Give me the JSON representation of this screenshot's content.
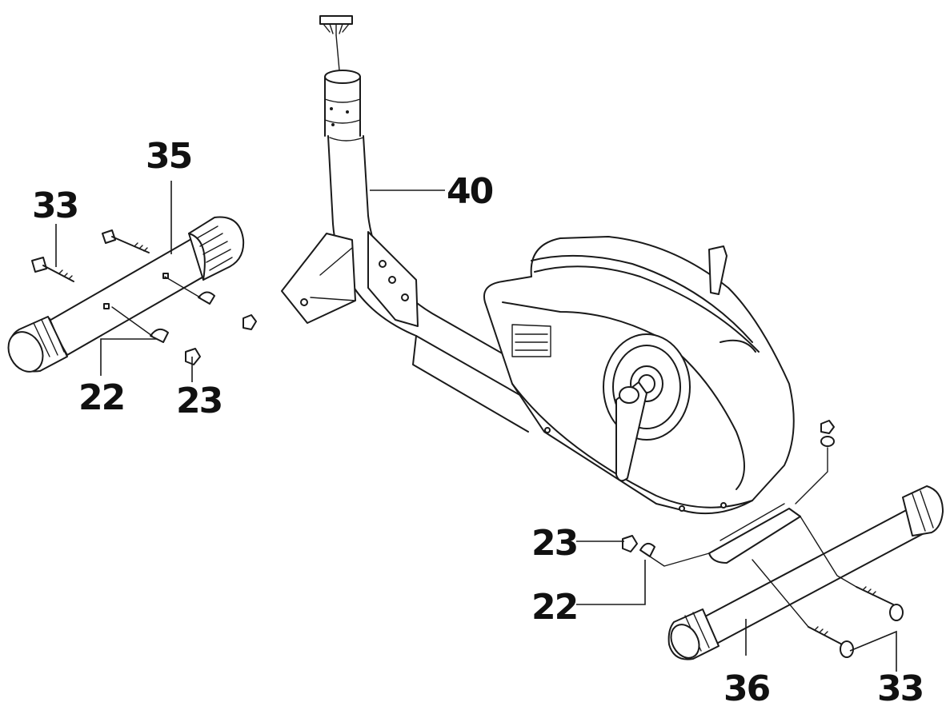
{
  "labels": {
    "part_35": "35",
    "part_33_left": "33",
    "part_40": "40",
    "part_22_left": "22",
    "part_23_left": "23",
    "part_23_right": "23",
    "part_22_right": "22",
    "part_36": "36",
    "part_33_right": "33"
  }
}
